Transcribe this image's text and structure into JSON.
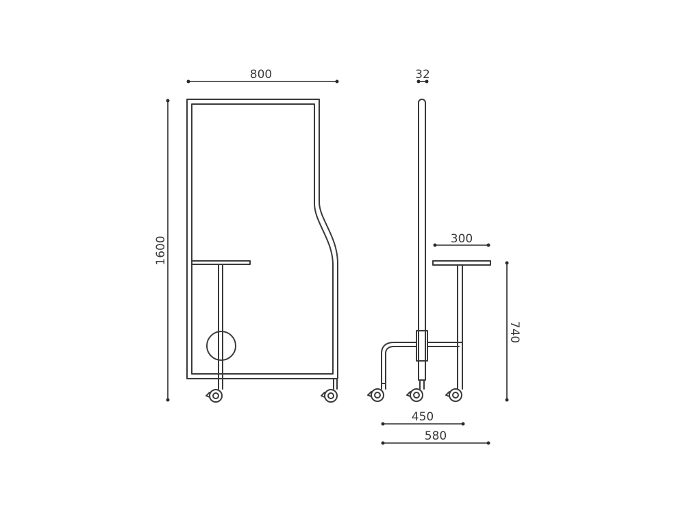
{
  "dimensions": {
    "front_width": "800",
    "front_height": "1600",
    "side_thickness": "32",
    "table_width": "300",
    "table_height": "740",
    "base_depth": "450",
    "overall_depth": "580"
  },
  "colors": {
    "line": "#3a3a3a",
    "background": "#ffffff"
  }
}
